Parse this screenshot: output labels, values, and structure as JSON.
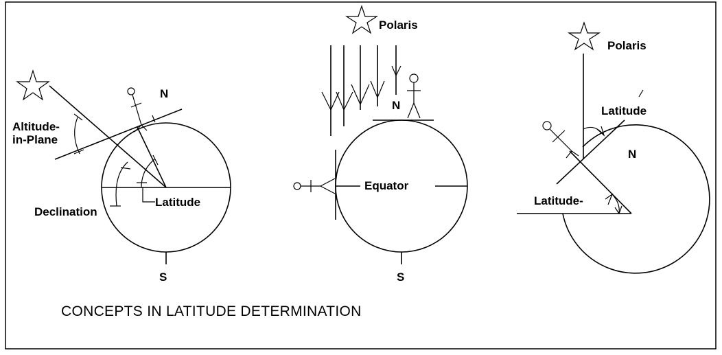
{
  "title": "CONCEPTS IN LATITUDE DETERMINATION",
  "panel1": {
    "altitude_label_line1": "Altitude-",
    "altitude_label_line2": "in-Plane",
    "north": "N",
    "south": "S",
    "latitude": "Latitude",
    "declination": "Declination"
  },
  "panel2": {
    "star": "Polaris",
    "north": "N",
    "south": "S",
    "equator": "Equator"
  },
  "panel3": {
    "star": "Polaris",
    "latitude_top": "Latitude",
    "north": "N",
    "latitude_bottom": "Latitude-"
  },
  "icons": [
    "star-icon",
    "stick-figure-icon"
  ],
  "colors": {
    "ink": "#000000",
    "background": "#ffffff"
  }
}
